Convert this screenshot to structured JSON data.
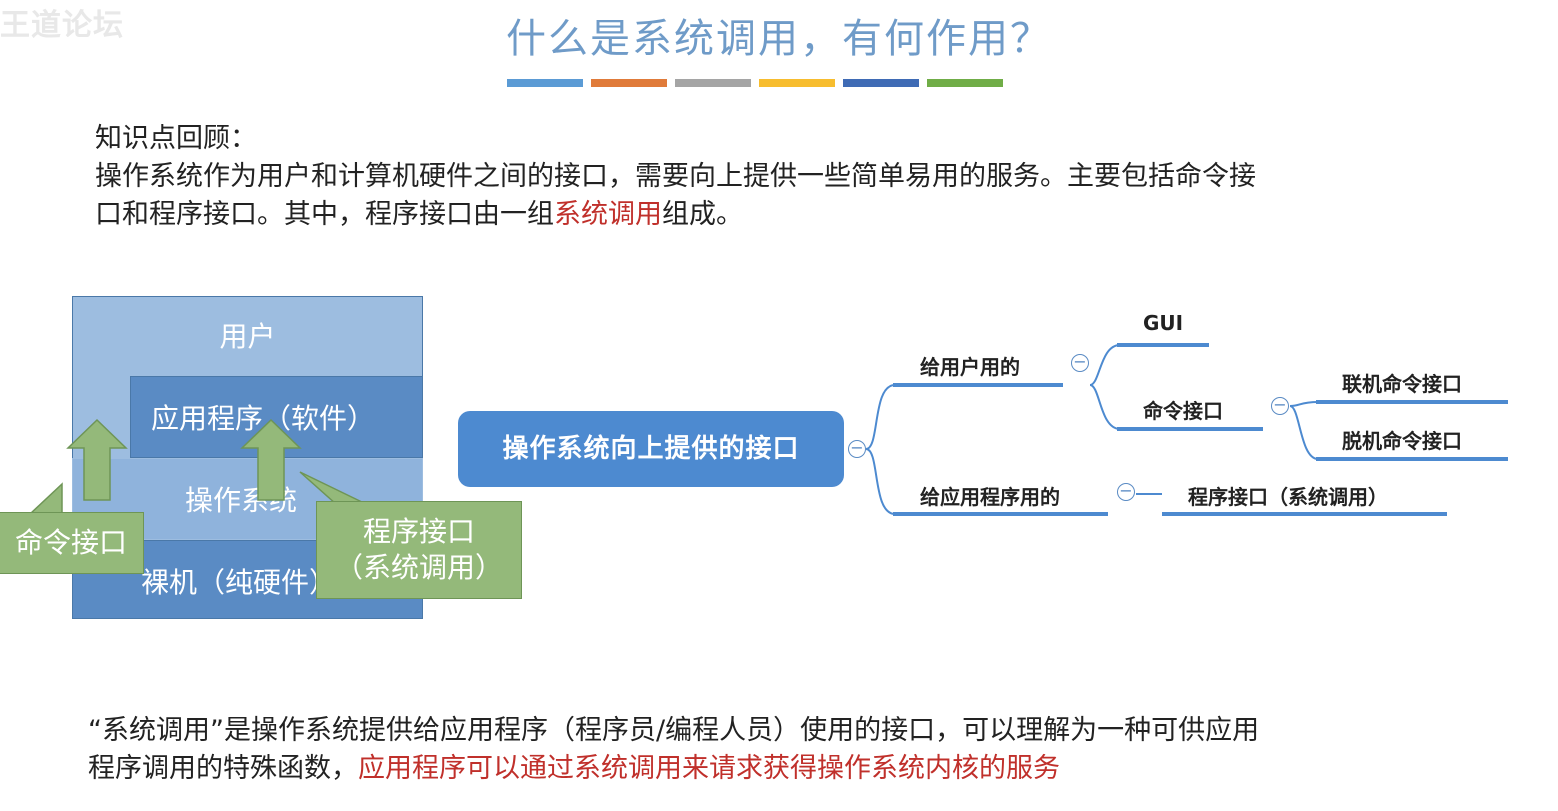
{
  "watermark": "王道论坛",
  "title": "什么是系统调用，有何作用？",
  "title_bar_colors": [
    "#5b9bd5",
    "#e07b3a",
    "#a5a5a5",
    "#f7bd2f",
    "#3f6bb5",
    "#70ad47"
  ],
  "review": {
    "heading": "知识点回顾：",
    "line1": "操作系统作为用户和计算机硬件之间的接口，需要向上提供一些简单易用的服务。主要包括命令接",
    "line2_prefix": "口和程序接口。其中，程序接口由一组",
    "line2_highlight": "系统调用",
    "line2_suffix": "组成。"
  },
  "layers": {
    "user": "用户",
    "app": "应用程序（软件）",
    "os": "操作系统",
    "bare": "裸机（纯硬件）"
  },
  "callouts": {
    "command": "命令接口",
    "program_line1": "程序接口",
    "program_line2": "（系统调用）"
  },
  "mindmap": {
    "root": "操作系统向上提供的接口",
    "for_user": "给用户用的",
    "gui": "GUI",
    "command_interface": "命令接口",
    "online": "联机命令接口",
    "offline": "脱机命令接口",
    "for_program": "给应用程序用的",
    "program_interface": "程序接口（系统调用）",
    "collapse_symbol": "−"
  },
  "bottom": {
    "line1": "“系统调用”是操作系统提供给应用程序（程序员/编程人员）使用的接口，可以理解为一种可供应用",
    "line2_prefix": "程序调用的特殊函数，",
    "line2_highlight": "应用程序可以通过系统调用来请求获得操作系统内核的服务"
  },
  "colors": {
    "accent_blue": "#4d8ad0",
    "highlight_red": "#c0302b",
    "callout_green": "#94b97a"
  }
}
